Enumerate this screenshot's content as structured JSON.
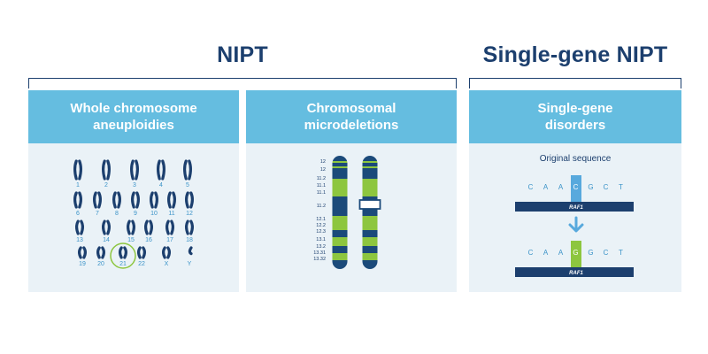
{
  "sections": {
    "nipt": {
      "title": "NIPT"
    },
    "single_gene_nipt": {
      "title": "Single-gene NIPT"
    }
  },
  "panels": [
    {
      "title_lines": [
        "Whole chromosome",
        "aneuploidies"
      ]
    },
    {
      "title_lines": [
        "Chromosomal",
        "microdeletions"
      ]
    },
    {
      "title_lines": [
        "Single-gene",
        "disorders"
      ]
    }
  ],
  "karyotype": {
    "labels": [
      "1",
      "2",
      "3",
      "4",
      "5",
      "6",
      "7",
      "8",
      "9",
      "10",
      "11",
      "12",
      "13",
      "14",
      "15",
      "16",
      "17",
      "18",
      "19",
      "20",
      "21",
      "22",
      "X",
      "Y"
    ],
    "highlighted": "21"
  },
  "bands": {
    "labels": [
      "12",
      "12",
      "11.2",
      "11.1",
      "11.1",
      "11.2",
      "12.1",
      "12.2",
      "12.3",
      "13.1",
      "13.2",
      "13.31",
      "13.32"
    ]
  },
  "sequence": {
    "caption": "Original sequence",
    "gene": "RAF1",
    "original": [
      "C",
      "A",
      "A",
      "C",
      "G",
      "C",
      "T"
    ],
    "mutated": [
      "C",
      "A",
      "A",
      "G",
      "G",
      "C",
      "T"
    ],
    "changed_index": 3
  },
  "colors": {
    "navy": "#1c3f6e",
    "heading_blue": "#65bde0",
    "panel_bg": "#eaf2f7",
    "chromosome_green": "#8dc63f",
    "chromosome_navy": "#1b4a7a",
    "base_blue": "#3b93c8",
    "highlight_blue": "#58a9dd"
  }
}
